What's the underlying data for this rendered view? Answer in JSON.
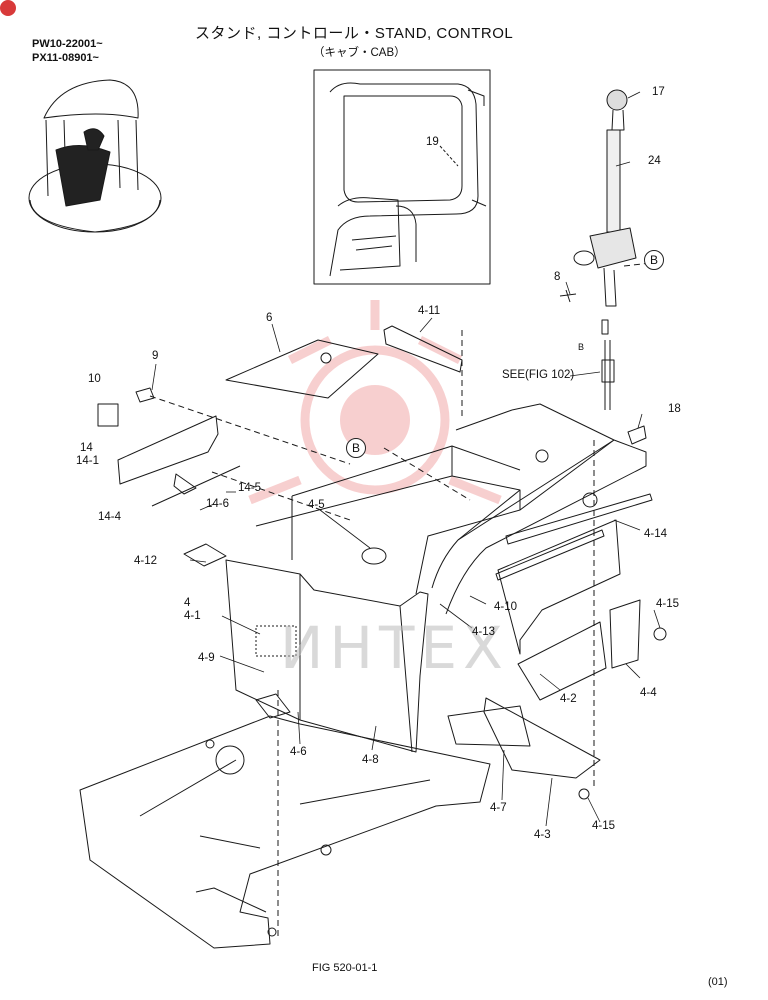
{
  "colors": {
    "badge": "#d83a3a",
    "watermark_logo": "#f2a9a9",
    "ink": "#1a1a1a"
  },
  "header": {
    "title": "スタンド, コントロール・STAND, CONTROL",
    "subtitle": "（キャブ・CAB）",
    "serials": [
      "PW10-22001~",
      "PX11-08901~"
    ]
  },
  "watermark": {
    "text": "ИНТЕХ",
    "logo": "gear-logo-icon"
  },
  "ref_marks": {
    "b_upper": "B",
    "b_lower": "B",
    "b_small": "B"
  },
  "see_ref": "SEE(FIG 102)",
  "callouts": {
    "c17": "17",
    "c24": "24",
    "c19": "19",
    "c8": "8",
    "c6": "6",
    "c4_11": "4-11",
    "c9": "9",
    "c10": "10",
    "c14a": "14",
    "c14b": "14-1",
    "c14_5": "14-5",
    "c14_6": "14-6",
    "c14_4": "14-4",
    "c18": "18",
    "c4_5": "4-5",
    "c4_14": "4-14",
    "c4_12": "4-12",
    "c4a": "4",
    "c4b": "4-1",
    "c4_10": "4-10",
    "c4_13": "4-13",
    "c4_15a": "4-15",
    "c4_9": "4-9",
    "c4_2": "4-2",
    "c4_4": "4-4",
    "c4_6": "4-6",
    "c4_8": "4-8",
    "c4_7": "4-7",
    "c4_3": "4-3",
    "c4_15b": "4-15"
  },
  "footer": {
    "fig": "FIG 520-01-1",
    "page": "(01)"
  }
}
